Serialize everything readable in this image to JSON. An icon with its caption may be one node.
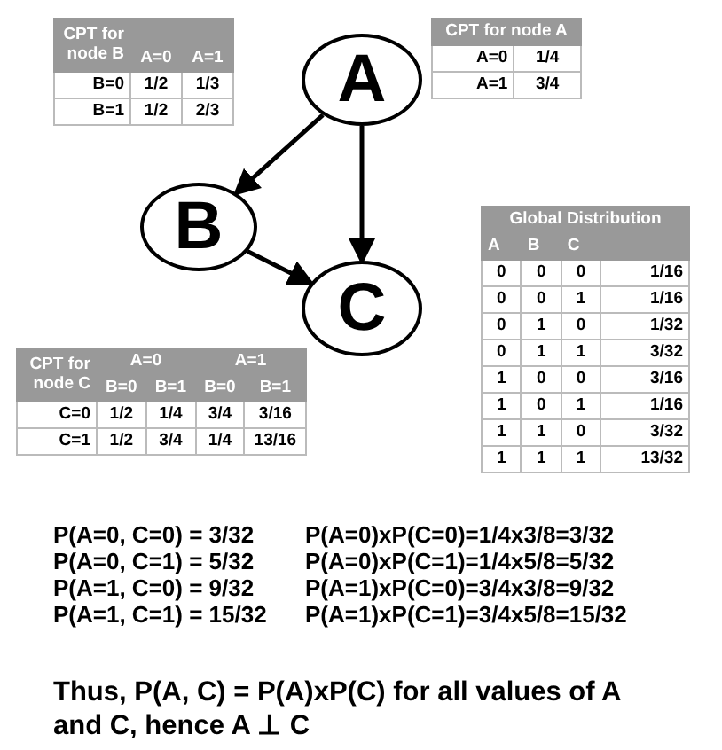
{
  "diagram": {
    "nodes": [
      {
        "text": [
          "A"
        ]
      },
      {
        "text": [
          "B"
        ]
      },
      {
        "text": [
          "C"
        ]
      }
    ],
    "edges": [
      {
        "from": 0,
        "to": 1,
        "arrow": "to"
      },
      {
        "from": 0,
        "to": 2,
        "arrow": "to"
      },
      {
        "from": 1,
        "to": 2,
        "arrow": "to"
      }
    ],
    "labels": [
      "CPT for node B",
      "A=0",
      "A=1",
      "B=0",
      "1/2",
      "1/3",
      "B=1",
      "1/2",
      "2/3",
      "CPT for node A",
      "A=0",
      "1/4",
      "A=1",
      "3/4",
      "Global Distribution",
      "A",
      "B",
      "C",
      "0",
      "0",
      "0",
      "1/16",
      "0",
      "0",
      "1",
      "1/16",
      "0",
      "1",
      "0",
      "1/32",
      "0",
      "1",
      "1",
      "3/32",
      "1",
      "0",
      "0",
      "3/16",
      "1",
      "0",
      "1",
      "1/16",
      "1",
      "1",
      "0",
      "3/32",
      "1",
      "1",
      "1",
      "13/32",
      "CPT for node C",
      "A=0",
      "A=1",
      "B=0",
      "B=1",
      "B=0",
      "B=1",
      "C=0",
      "1/2",
      "1/4",
      "3/4",
      "3/16",
      "C=1",
      "1/2",
      "3/4",
      "1/4",
      "13/16",
      "P(A=0, C=0) = 3/32",
      "P(A=0)xP(C=0)=1/4x3/8=3/32",
      "P(A=0, C=1) = 5/32",
      "P(A=0)xP(C=1)=1/4x5/8=5/32",
      "P(A=1, C=0) = 9/32",
      "P(A=1)xP(C=0)=3/4x3/8=9/32",
      "P(A=1, C=1) = 15/32",
      "P(A=1)xP(C=1)=3/4x5/8=15/32",
      "Thus, P(A, C) = P(A)xP(C) for all values of A and C, hence A ⊥ C"
    ]
  }
}
